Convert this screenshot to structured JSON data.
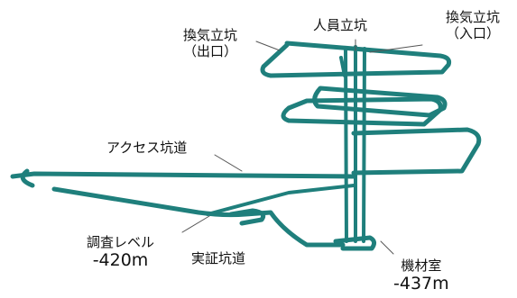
{
  "colors": {
    "tunnel": "#1f7f7c",
    "tunnel_dark": "#0f5654",
    "text": "#111111",
    "pointer": "#555555"
  },
  "labels": {
    "exhaust_shaft_exit": {
      "line1": "換気立坑",
      "line2": "（出口）"
    },
    "personnel_shaft": "人員立坑",
    "exhaust_shaft_entrance": {
      "line1": "換気立坑",
      "line2": "（入口）"
    },
    "access_tunnel": "アクセス坑道",
    "survey_level": {
      "line1": "調査レベル",
      "depth": "-420m"
    },
    "demonstration_tunnel": "実証坑道",
    "equipment_room": {
      "line1": "機材室",
      "depth": "-437m"
    }
  }
}
